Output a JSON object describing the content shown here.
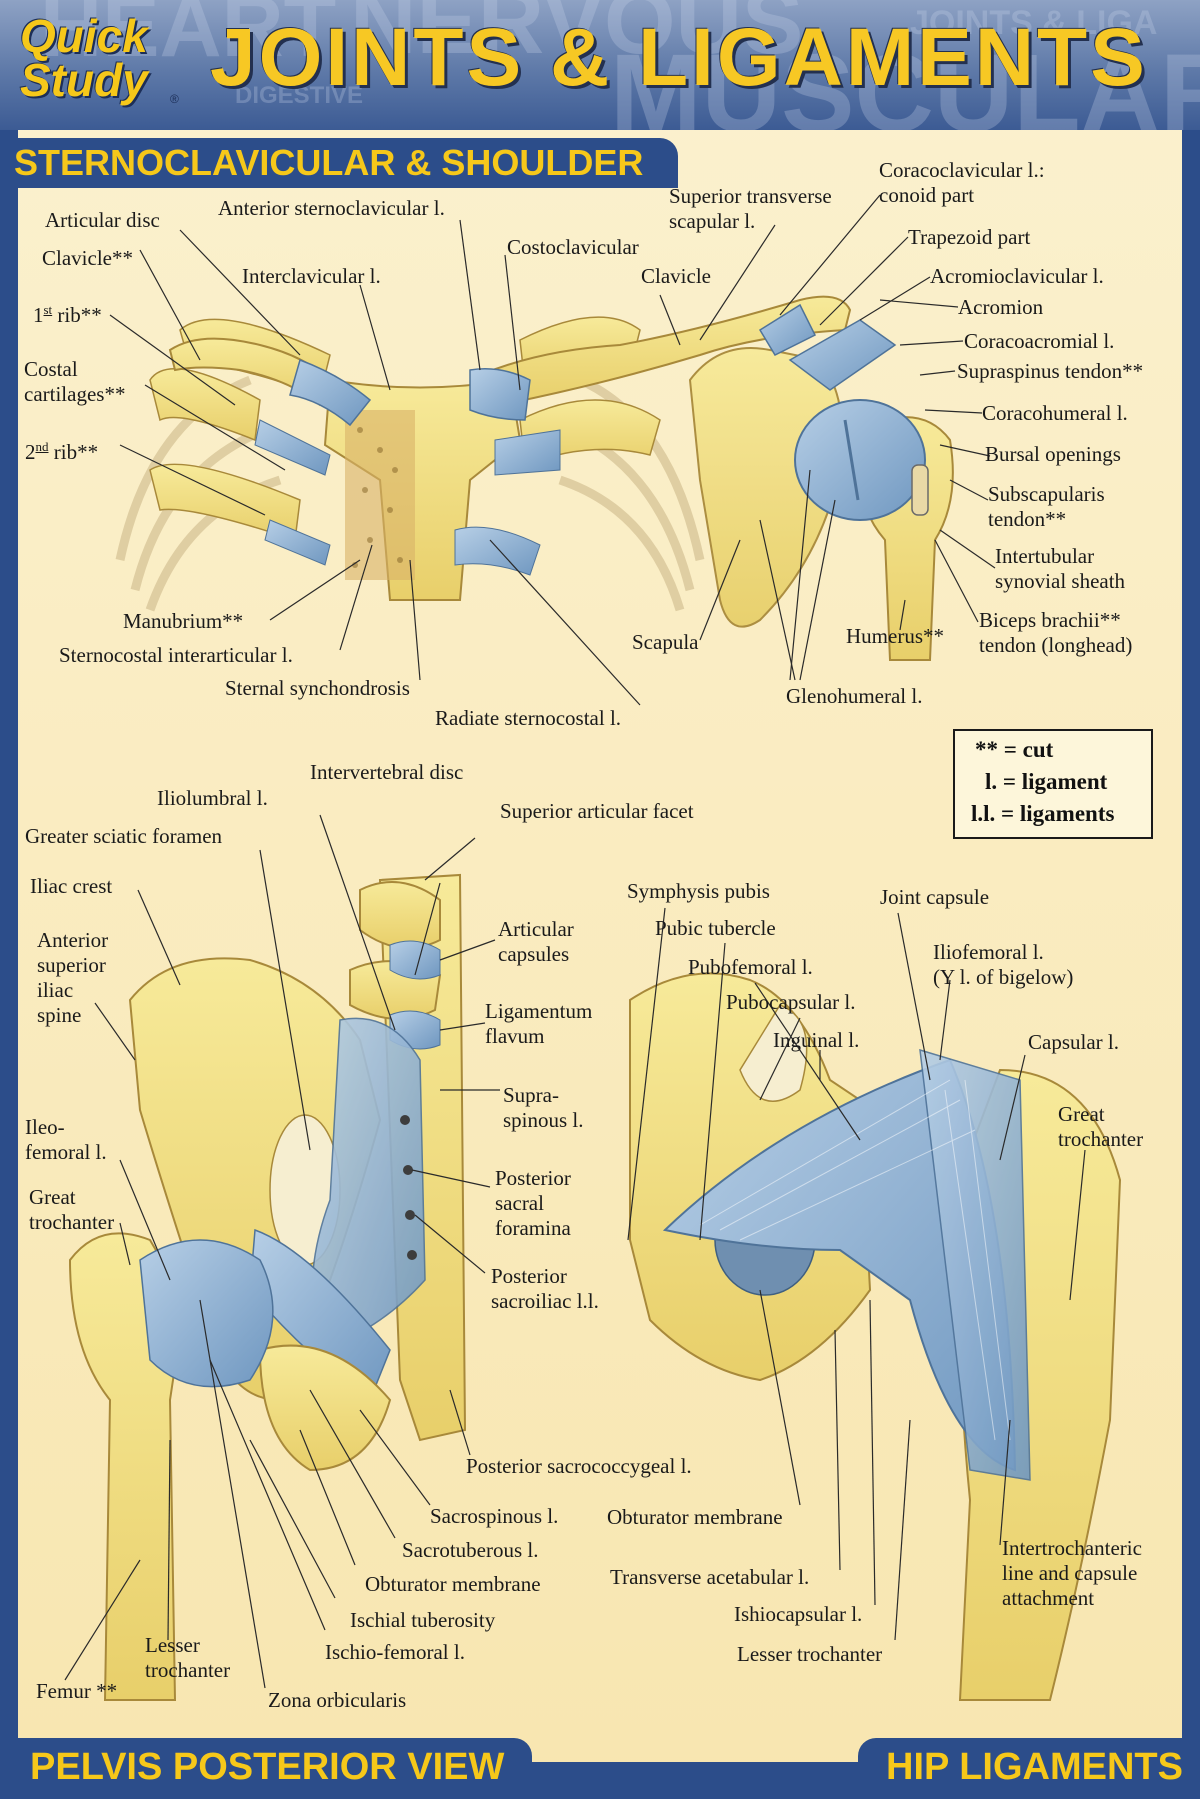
{
  "header": {
    "brand_line1": "Quick",
    "brand_line2": "Study",
    "brand_reg": "®",
    "title": "JOINTS & LIGAMENTS",
    "background_words": [
      "HEART",
      "NERVOUS",
      "MUSCULAR",
      "JOINTS & LIGA",
      "DIGESTIVE"
    ]
  },
  "sections": {
    "shoulder": "STERNOCLAVICULAR & SHOULDER",
    "pelvis": "PELVIS POSTERIOR VIEW",
    "hip": "HIP LIGAMENTS"
  },
  "legend": {
    "cut": "** = cut",
    "ligament": "l. = ligament",
    "ligaments": "l.l. = ligaments"
  },
  "shoulder_labels": {
    "articular_disc": "Articular disc",
    "anterior_sternoclavicular": "Anterior sternoclavicular l.",
    "clavicle_cut": "Clavicle**",
    "interclavicular": "Interclavicular l.",
    "first_rib_num": "1",
    "first_rib_sup": "st",
    "first_rib_rest": " rib**",
    "costal_1": "Costal",
    "costal_2": "cartilages**",
    "second_rib_num": "2",
    "second_rib_sup": "nd",
    "second_rib_rest": " rib**",
    "costoclavicular": "Costoclavicular",
    "clavicle": "Clavicle",
    "sup_transverse_1": "Superior transverse",
    "sup_transverse_2": "scapular l.",
    "coracoclavicular_1": "Coracoclavicular l.:",
    "coracoclavicular_2": "conoid part",
    "trapezoid": "Trapezoid part",
    "acromioclavicular": "Acromioclavicular l.",
    "acromion": "Acromion",
    "coracoacromial": "Coracoacromial l.",
    "supraspinus": "Supraspinus tendon**",
    "coracohumeral": "Coracohumeral l.",
    "bursal": "Bursal openings",
    "subscapularis_1": "Subscapularis",
    "subscapularis_2": "tendon**",
    "intertubular_1": "Intertubular",
    "intertubular_2": "synovial sheath",
    "biceps_1": "Biceps brachii**",
    "biceps_2": "tendon (longhead)",
    "humerus": "Humerus**",
    "scapula": "Scapula",
    "glenohumeral": "Glenohumeral l.",
    "manubrium": "Manubrium**",
    "sternocostal": "Sternocostal interarticular l.",
    "sternal_synch": "Sternal synchondrosis",
    "radiate": "Radiate sternocostal l."
  },
  "pelvis_labels": {
    "intervertebral": "Intervertebral disc",
    "iliolumbral": "Iliolumbral l.",
    "sup_articular": "Superior articular facet",
    "greater_sciatic": "Greater sciatic foramen",
    "iliac_crest": "Iliac crest",
    "asis_1": "Anterior",
    "asis_2": "superior",
    "asis_3": "iliac",
    "asis_4": "spine",
    "articular_caps_1": "Articular",
    "articular_caps_2": "capsules",
    "lig_flavum_1": "Ligamentum",
    "lig_flavum_2": "flavum",
    "supraspinous_1": "Supra-",
    "supraspinous_2": "spinous l.",
    "ileofemoral_1": "Ileo-",
    "ileofemoral_2": "femoral l.",
    "post_sacral_1": "Posterior",
    "post_sacral_2": "sacral",
    "post_sacral_3": "foramina",
    "great_troch_1": "Great",
    "great_troch_2": "trochanter",
    "post_sacroiliac_1": "Posterior",
    "post_sacroiliac_2": "sacroiliac l.l.",
    "post_sacrococcygeal": "Posterior sacrococcygeal l.",
    "sacrospinous": "Sacrospinous l.",
    "sacrotuberous": "Sacrotuberous l.",
    "obturator": "Obturator membrane",
    "ischial_tub": "Ischial tuberosity",
    "ischio_femoral": "Ischio-femoral l.",
    "lesser_troch_1": "Lesser",
    "lesser_troch_2": "trochanter",
    "femur": "Femur **",
    "zona": "Zona orbicularis"
  },
  "hip_labels": {
    "symphysis": "Symphysis pubis",
    "joint_capsule": "Joint capsule",
    "pubic_tubercle": "Pubic tubercle",
    "pubofemoral": "Pubofemoral l.",
    "iliofemoral_1": "Iliofemoral l.",
    "iliofemoral_2": "(Y l. of bigelow)",
    "pubocapsular": "Pubocapsular l.",
    "inguinal": "Inguinal l.",
    "capsular": "Capsular l.",
    "great_troch_1": "Great",
    "great_troch_2": "trochanter",
    "obturator": "Obturator membrane",
    "intertroch_1": "Intertrochanteric",
    "intertroch_2": "line and capsule",
    "intertroch_3": "attachment",
    "transverse_acet": "Transverse acetabular l.",
    "ishiocapsular": "Ishiocapsular l.",
    "lesser_troch": "Lesser trochanter"
  },
  "colors": {
    "banner_blue": "#2c4d8a",
    "title_yellow": "#f7c824",
    "bone": "#f2df7e",
    "ligament": "#8eb2d4",
    "paper": "#fbf0cb"
  }
}
